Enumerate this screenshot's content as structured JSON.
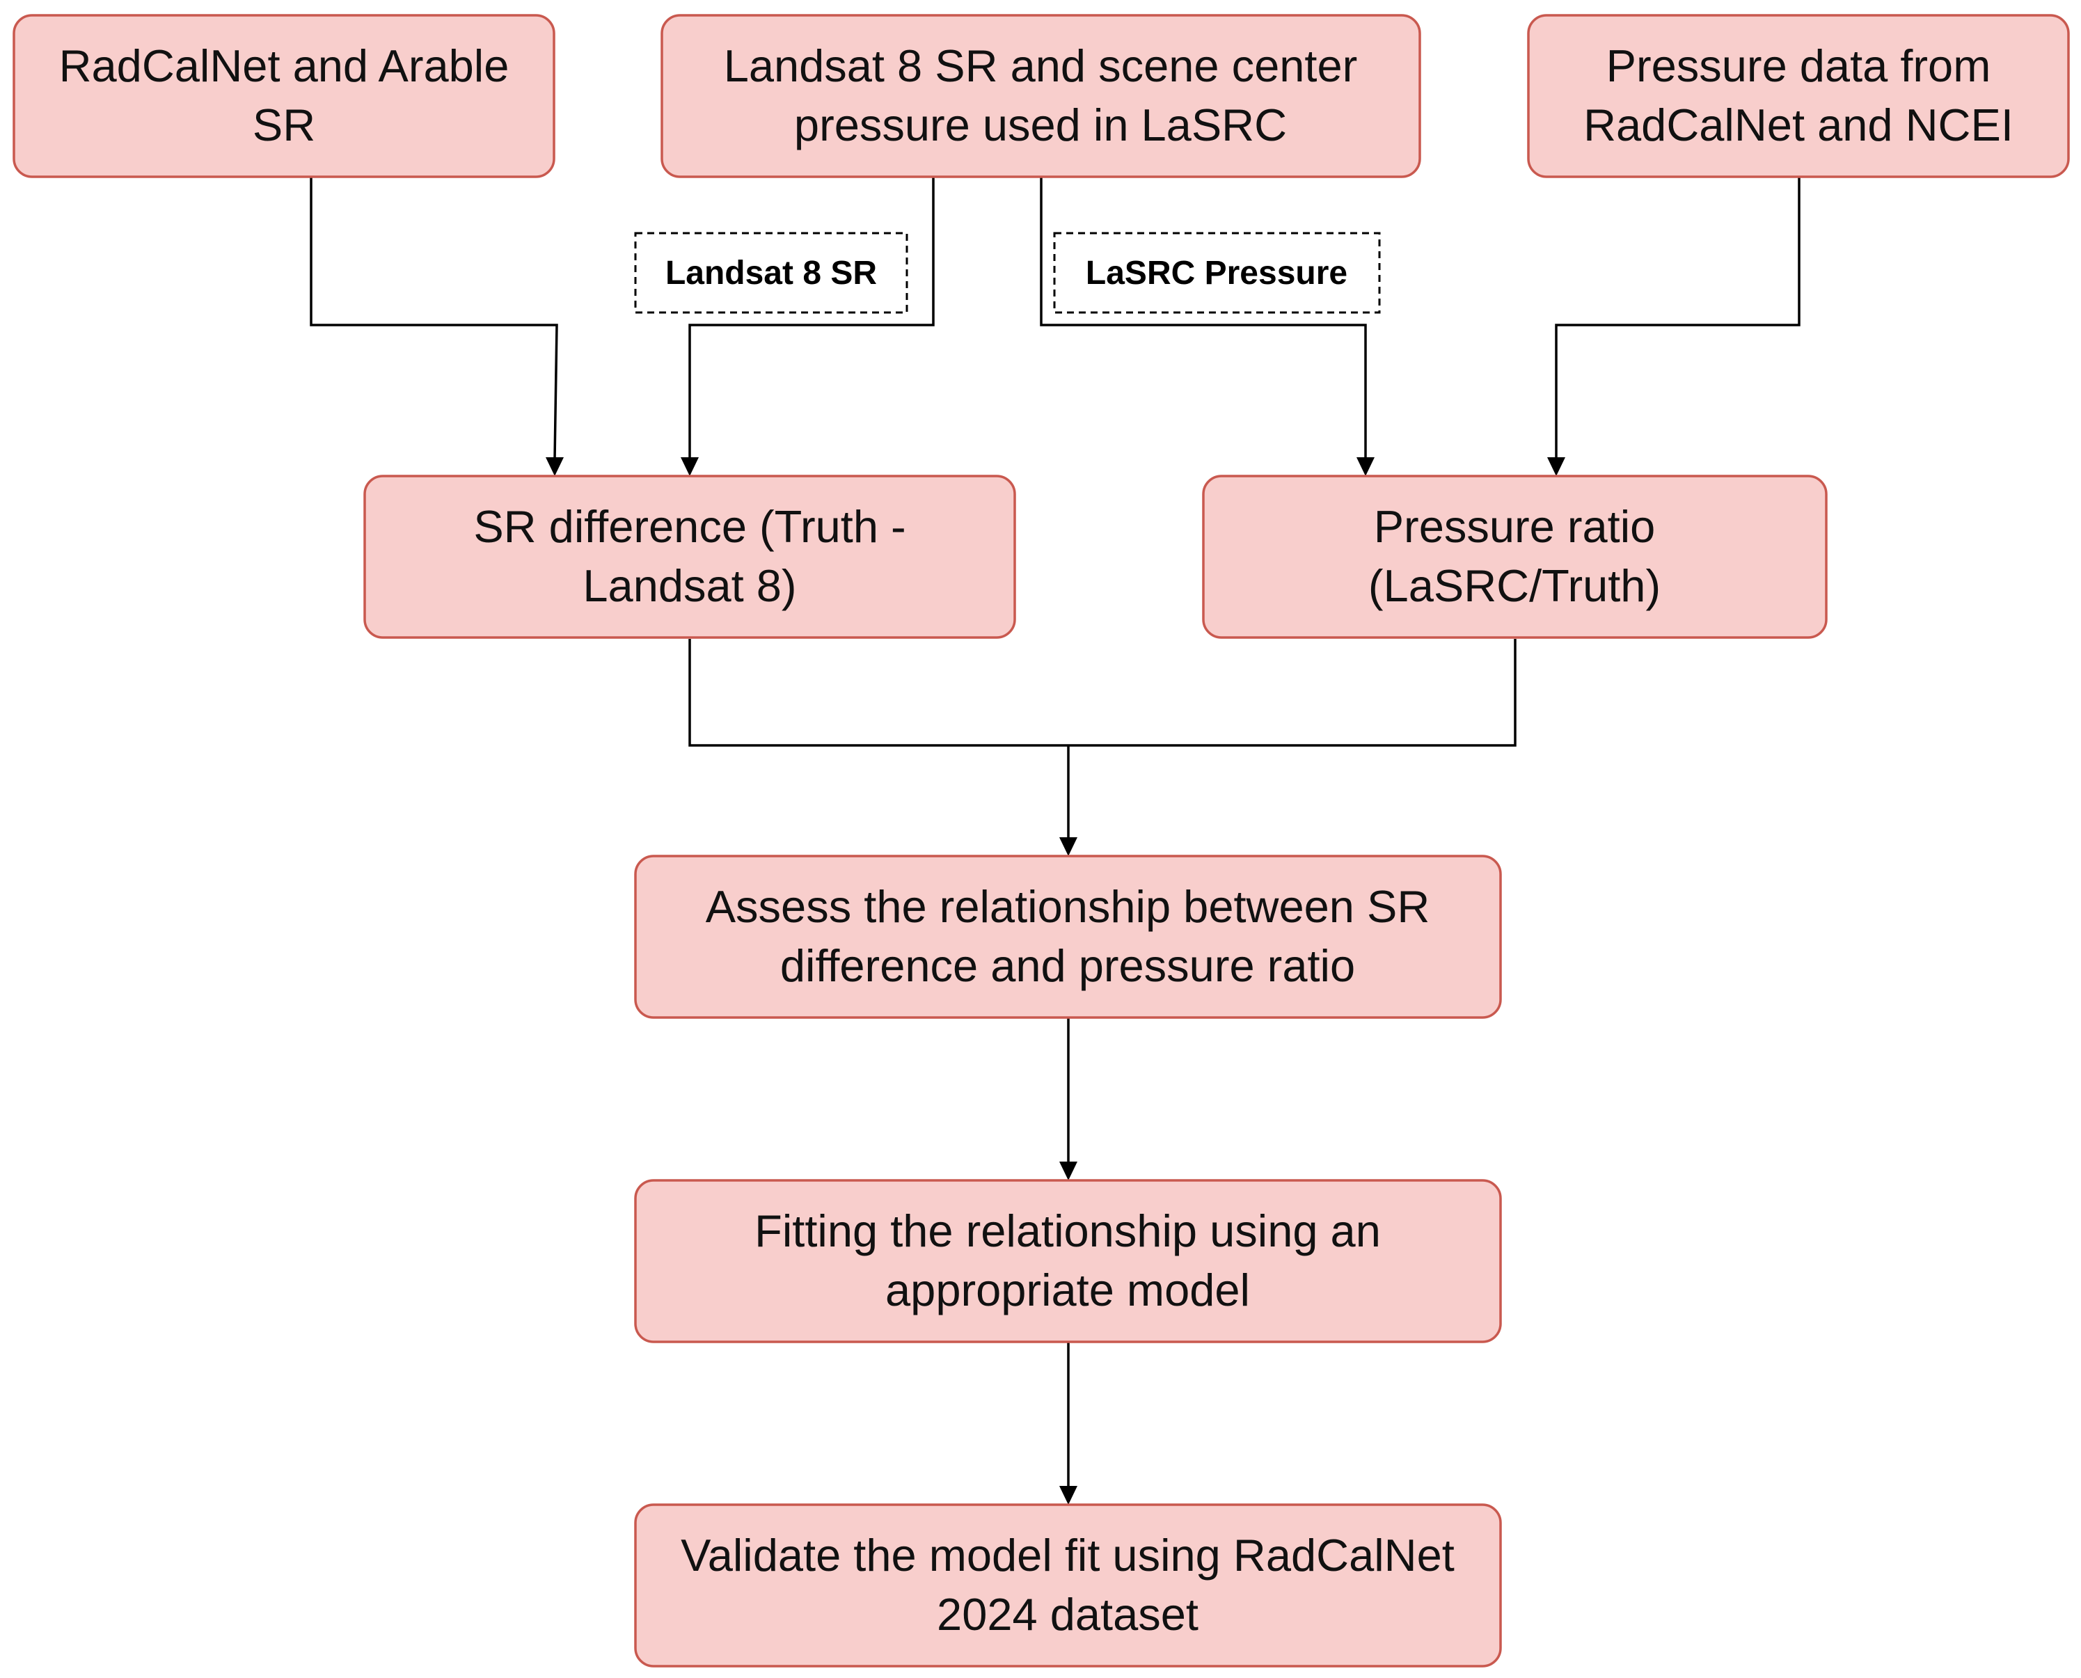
{
  "nodes": {
    "radcalnet_arable_sr": {
      "lines": [
        "RadCalNet and Arable",
        "SR"
      ]
    },
    "landsat_sr_pressure": {
      "lines": [
        "Landsat 8 SR and scene center",
        "pressure used in LaSRC"
      ]
    },
    "pressure_data": {
      "lines": [
        "Pressure data from",
        "RadCalNet and NCEI"
      ]
    },
    "sr_difference": {
      "lines": [
        "SR difference (Truth -",
        "Landsat 8)"
      ]
    },
    "pressure_ratio": {
      "lines": [
        "Pressure ratio",
        "(LaSRC/Truth)"
      ]
    },
    "assess_relationship": {
      "lines": [
        "Assess the relationship between SR",
        "difference and pressure ratio"
      ]
    },
    "fit_relationship": {
      "lines": [
        "Fitting the relationship using an",
        "appropriate model"
      ]
    },
    "validate_model": {
      "lines": [
        "Validate the model fit using RadCalNet",
        "2024 dataset"
      ]
    }
  },
  "edge_labels": {
    "landsat_sr": "Landsat 8 SR",
    "lasrc_pressure": "LaSRC Pressure"
  },
  "colors": {
    "node_fill": "#f8cecc",
    "node_stroke": "#c9594f",
    "edge": "#000000"
  }
}
